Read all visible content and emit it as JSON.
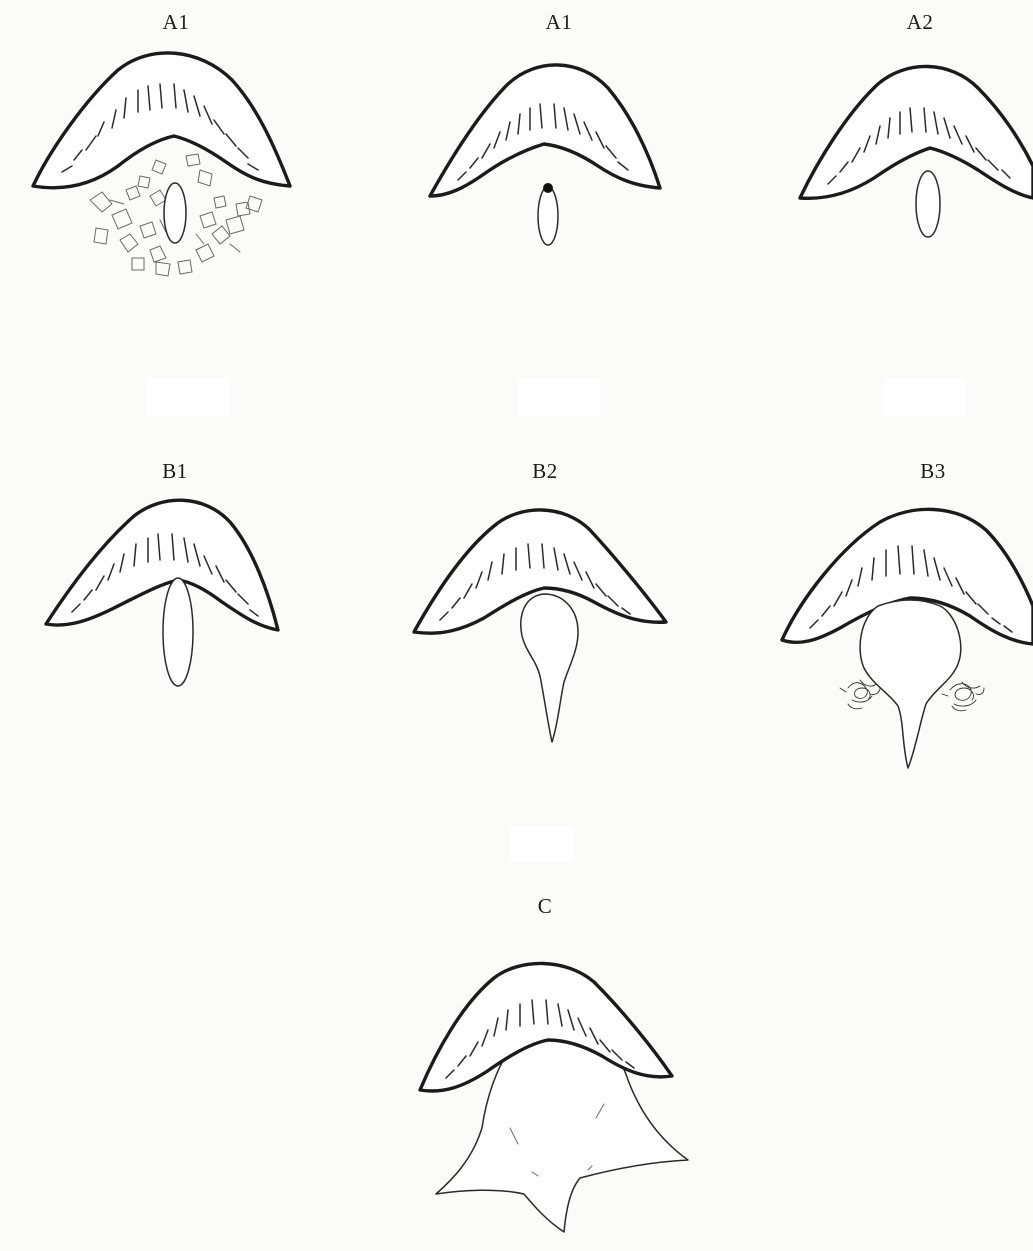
{
  "panels": [
    {
      "id": "a1-left",
      "label": "A1"
    },
    {
      "id": "a1-middle",
      "label": "A1"
    },
    {
      "id": "a2",
      "label": "A2"
    },
    {
      "id": "b1",
      "label": "B1"
    },
    {
      "id": "b2",
      "label": "B2"
    },
    {
      "id": "b3",
      "label": "B3"
    },
    {
      "id": "c",
      "label": "C"
    }
  ]
}
